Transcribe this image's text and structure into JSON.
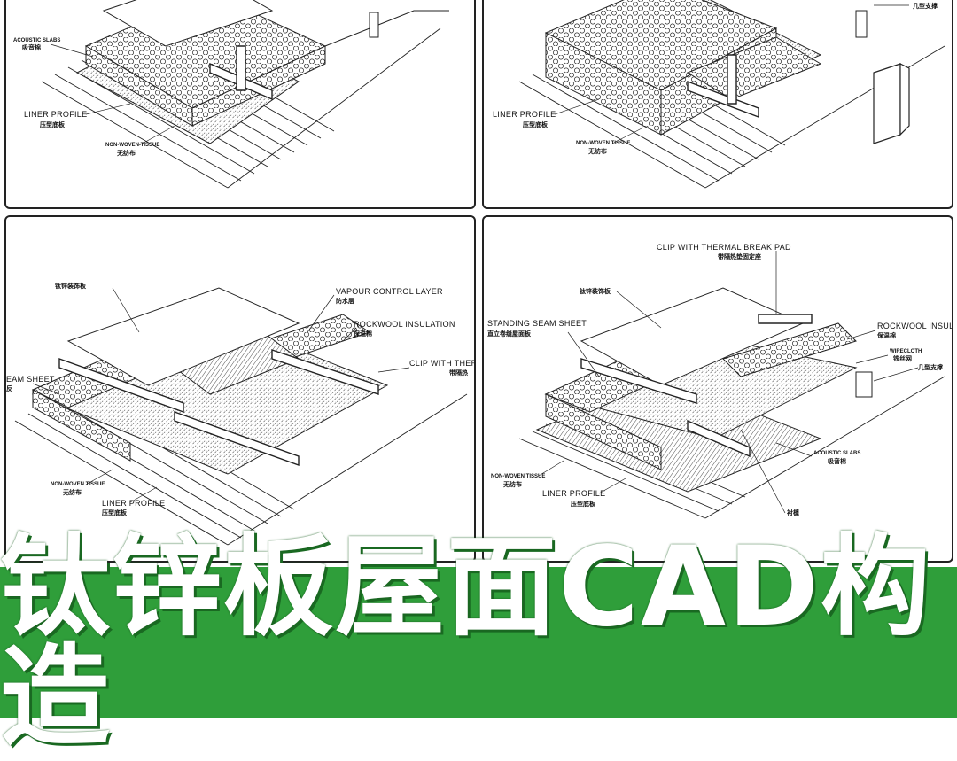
{
  "banner": {
    "title": "钛锌板屋面CAD构造",
    "color": "#2f9e3a"
  },
  "panels": [
    {
      "labels": {
        "acoustic_en": "ACOUSTIC SLABS",
        "acoustic_cn": "吸音棉",
        "liner_en": "LINER PROFILE",
        "liner_cn": "压型底板",
        "tissue_en": "NON-WOVEN TISSUE",
        "tissue_cn": "无纺布"
      }
    },
    {
      "labels": {
        "bracket_cn": "几型支撑",
        "liner_en": "LINER PROFILE",
        "liner_cn": "压型底板",
        "tissue_en": "NON-WOVEN TISSUE",
        "tissue_cn": "无纺布"
      }
    },
    {
      "labels": {
        "zinc_cn": "钛锌装饰板",
        "vapour_en": "VAPOUR CONTROL LAYER",
        "vapour_cn": "防水层",
        "rockwool_en": "ROCKWOOL INSULATION",
        "rockwool_cn": "保温棉",
        "clip_en": "CLIP WITH THER",
        "clip_cn": "带隔热",
        "seam_en": "EAM SHEET",
        "seam_cn": "反",
        "tissue_en": "NON-WOVEN TISSUE",
        "tissue_cn": "无纺布",
        "liner_en": "LINER PROFILE",
        "liner_cn": "压型底板"
      }
    },
    {
      "labels": {
        "clip_en": "CLIP WITH THERMAL BREAK PAD",
        "clip_cn": "带隔热垫固定座",
        "zinc_cn": "钛锌装饰板",
        "seam_en": "STANDING SEAM SHEET",
        "seam_cn": "直立卷缝屋面板",
        "rockwool_en": "ROCKWOOL INSULAT",
        "rockwool_cn": "保温棉",
        "wirecloth_en": "WIRECLOTH",
        "wirecloth_cn": "铁丝网",
        "bracket_cn": "几型支撑",
        "acoustic_en": "ACOUSTIC SLABS",
        "acoustic_cn": "吸音棉",
        "tissue_en": "NON-WOVEN TISSUE",
        "tissue_cn": "无纺布",
        "liner_en": "LINER PROFILE",
        "liner_cn": "压型底板",
        "lining_cn": "衬檩"
      }
    }
  ]
}
